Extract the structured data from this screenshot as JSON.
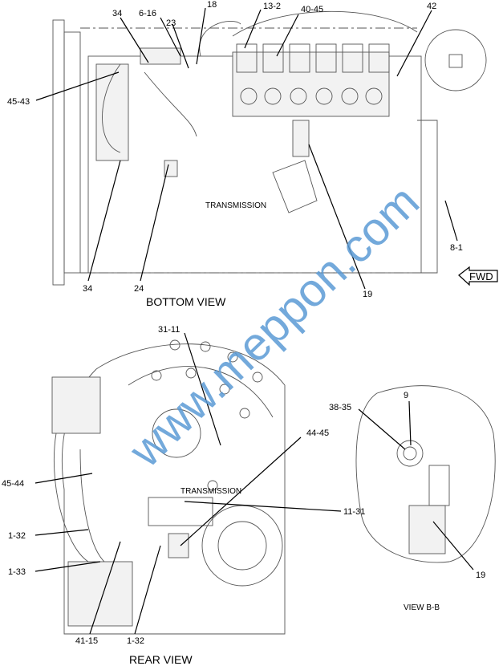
{
  "bottom_view": {
    "title": "BOTTOM VIEW",
    "component_label": "TRANSMISSION",
    "callouts": [
      "34",
      "6-16",
      "23",
      "18",
      "13-2",
      "40-45",
      "42",
      "45-43",
      "34",
      "24",
      "19",
      "8-1"
    ],
    "direction_arrow": "FWD"
  },
  "rear_view": {
    "title": "REAR VIEW",
    "component_label": "TRANSMISSION",
    "callouts": [
      "31-11",
      "44-45",
      "45-44",
      "1-32",
      "1-33",
      "11-31",
      "41-15",
      "1-32"
    ]
  },
  "section_view": {
    "title": "VIEW B-B",
    "callouts": [
      "9",
      "38-35",
      "19"
    ]
  },
  "watermark": "www.meppon.com"
}
